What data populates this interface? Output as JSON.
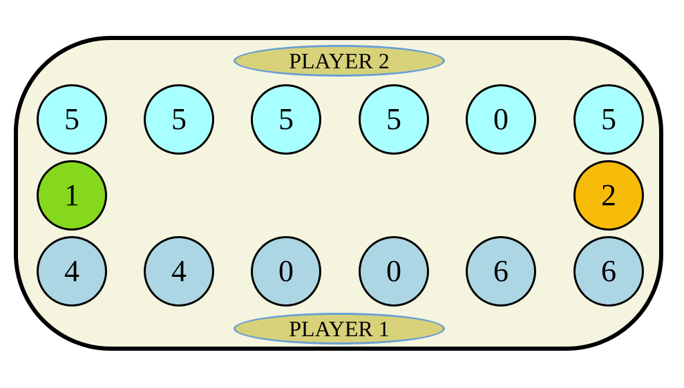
{
  "player2": {
    "label": "PLAYER 2",
    "pits": [
      "5",
      "5",
      "5",
      "5",
      "0",
      "5"
    ],
    "store": "2"
  },
  "player1": {
    "label": "PLAYER 1",
    "pits": [
      "4",
      "4",
      "0",
      "0",
      "6",
      "6"
    ],
    "store": "1"
  },
  "colors": {
    "board_background": "#f5f5df",
    "label_background": "#d7d27a",
    "label_border": "#6a9fd2",
    "player2_pit": "#a8ffff",
    "player1_pit": "#add6e4",
    "player1_store": "#86d81e",
    "player2_store": "#f7bb09"
  }
}
